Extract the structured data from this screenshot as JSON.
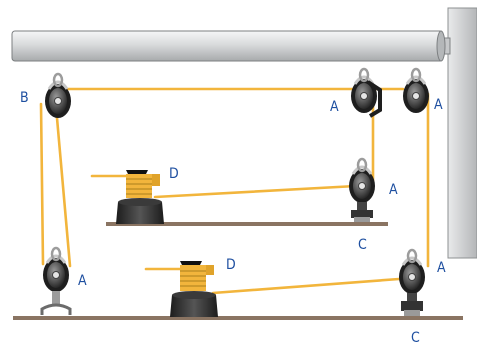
{
  "labels": {
    "block_top_left": "B",
    "block_top_mid": "A",
    "block_top_right": "A",
    "block_mid_right": "A",
    "cam_mid": "C",
    "block_bottom_left": "A",
    "block_bottom_right": "A",
    "cam_bottom": "C",
    "winch_upper": "D",
    "winch_lower": "D"
  },
  "colors": {
    "rope": "#f2b53c",
    "label": "#1e4fa0",
    "block_dark": "#2a2a2a",
    "block_metal": "#bcbcbc",
    "boom": "#d8dadb",
    "deck": "#8a7462"
  }
}
